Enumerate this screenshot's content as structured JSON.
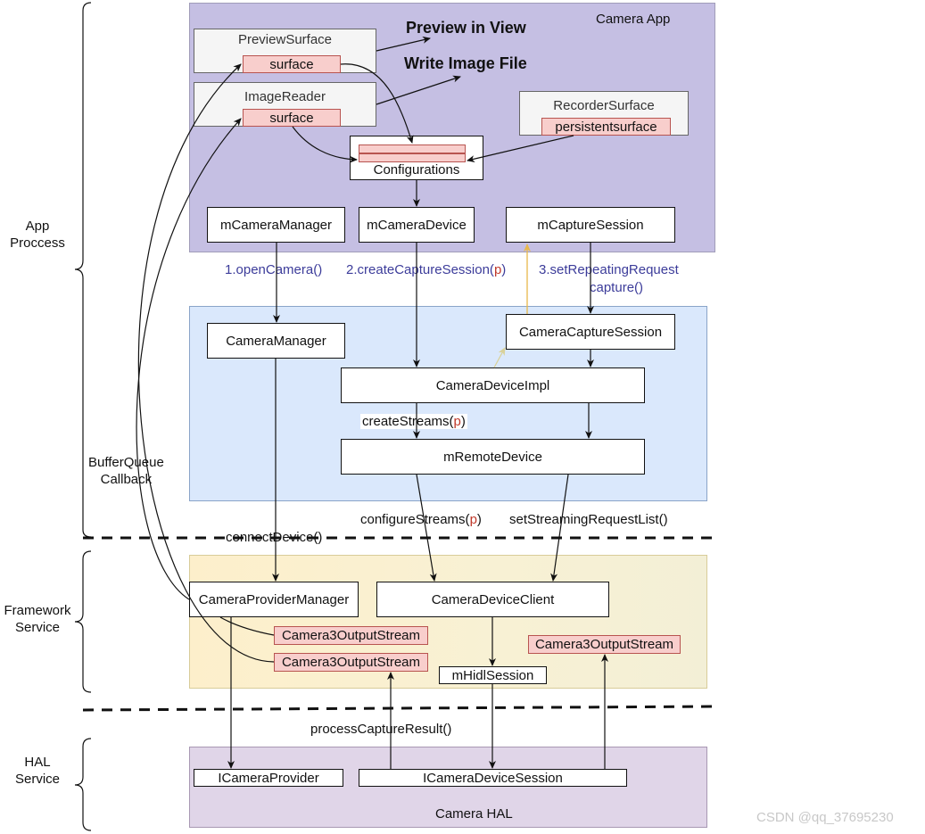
{
  "layers": {
    "app": "App\nProccess",
    "framework": "Framework\nService",
    "hal": "HAL\nService"
  },
  "regions": {
    "app": {
      "label": "Camera App",
      "color": "#c5bfe3"
    },
    "framework_java": {
      "color": "#dae8fc"
    },
    "framework_service": {
      "color": "#fdf1cf"
    },
    "hal": {
      "label": "Camera HAL",
      "color": "#e0d5e8"
    }
  },
  "app": {
    "preview_surface": {
      "title": "PreviewSurface",
      "surface": "surface"
    },
    "image_reader": {
      "title": "ImageReader",
      "surface": "surface"
    },
    "recorder_surface": {
      "title": "RecorderSurface",
      "surface": "persistentsurface"
    },
    "preview_in_view": "Preview in View",
    "write_image_file": "Write Image File",
    "configurations": "Configurations",
    "m_camera_manager": "mCameraManager",
    "m_camera_device": "mCameraDevice",
    "m_capture_session": "mCaptureSession"
  },
  "calls": {
    "open_camera": "1.openCamera()",
    "create_capture_session": "2.createCaptureSession(",
    "create_capture_session_p": "p",
    "create_capture_session_end": ")",
    "set_repeating_1": "3.setRepeatingRequest",
    "set_repeating_2": "capture()",
    "create_streams": "createStreams(",
    "create_streams_p": "p",
    "create_streams_end": ")",
    "configure_streams": "configureStreams(",
    "configure_streams_p": "p",
    "configure_streams_end": ")",
    "set_streaming_request_list": "setStreamingRequestList()",
    "connect_device": "connectDevice()",
    "process_capture_result": "processCaptureResult()",
    "buffer_queue_callback_1": "BufferQueue",
    "buffer_queue_callback_2": "Callback"
  },
  "framework_java": {
    "camera_manager": "CameraManager",
    "camera_capture_session": "CameraCaptureSession",
    "camera_device_impl": "CameraDeviceImpl",
    "m_remote_device": "mRemoteDevice"
  },
  "framework_service": {
    "camera_provider_manager": "CameraProviderManager",
    "camera_device_client": "CameraDeviceClient",
    "output_stream_1": "Camera3OutputStream",
    "output_stream_2": "Camera3OutputStream",
    "output_stream_3": "Camera3OutputStream",
    "m_hidl_session": "mHidlSession"
  },
  "hal": {
    "i_camera_provider": "ICameraProvider",
    "i_camera_device_session": "ICameraDeviceSession"
  },
  "watermark": "CSDN @qq_37695230"
}
